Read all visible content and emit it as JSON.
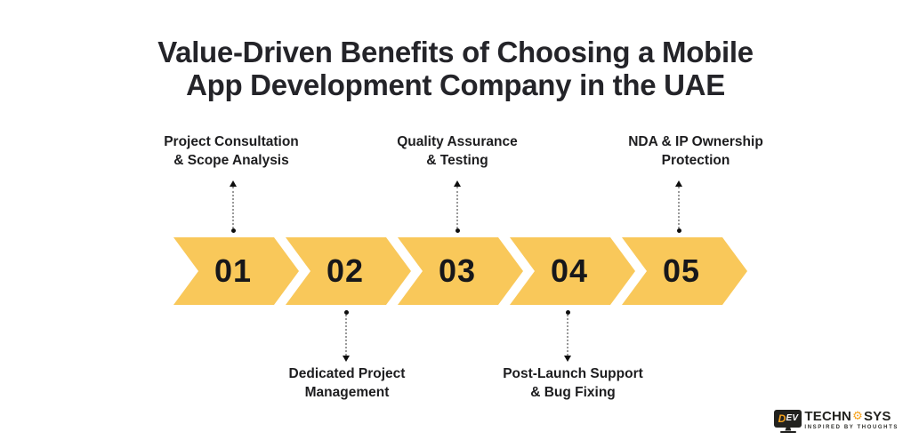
{
  "header": {
    "title_line1": "Value-Driven Benefits of Choosing a Mobile",
    "title_line2": "App Development Company in the UAE"
  },
  "steps": [
    {
      "number": "01",
      "label": "Project Consultation\n& Scope Analysis",
      "label_position": "above"
    },
    {
      "number": "02",
      "label": "Dedicated Project\nManagement",
      "label_position": "below"
    },
    {
      "number": "03",
      "label": "Quality Assurance\n& Testing",
      "label_position": "above"
    },
    {
      "number": "04",
      "label": "Post-Launch Support\n& Bug Fixing",
      "label_position": "below"
    },
    {
      "number": "05",
      "label": "NDA & IP Ownership\nProtection",
      "label_position": "above"
    }
  ],
  "colors": {
    "chevron_yellow": "#F9C85A",
    "number_text": "#17171a",
    "title_text": "#242429",
    "label_text": "#1d1d1f",
    "connector_gray": "#9a9a9a",
    "connector_marker": "#0e0e0e",
    "logo_orange": "#F5A21D",
    "logo_dark": "#22221f",
    "background": "#ffffff"
  },
  "logo": {
    "monitor_d": "D",
    "monitor_ev": "EV",
    "name_part1": "TECHN",
    "gear_icon": "⚙",
    "name_part2": "SYS",
    "tagline": "INSPIRED BY THOUGHTS"
  }
}
